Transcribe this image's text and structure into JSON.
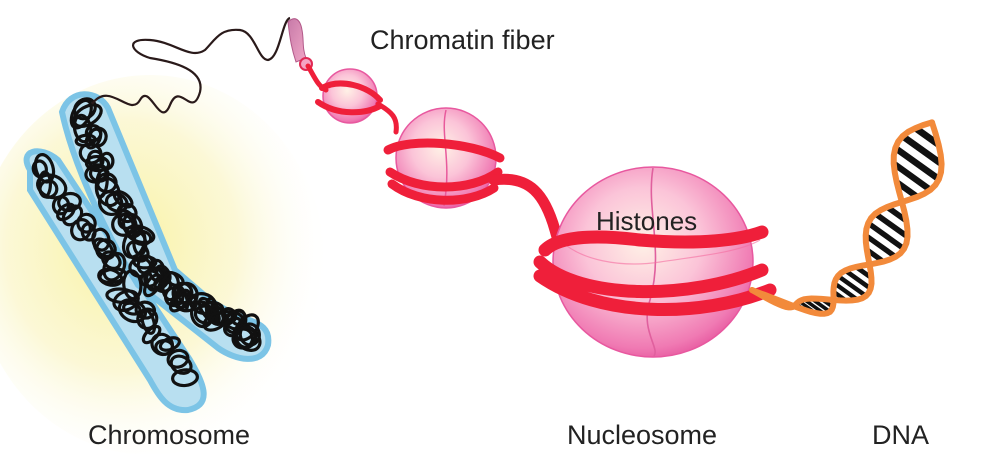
{
  "labels": {
    "chromatin_fiber": "Chromatin fiber",
    "histones": "Histones",
    "chromosome": "Chromosome",
    "nucleosome": "Nucleosome",
    "dna": "DNA"
  },
  "colors": {
    "chromosome_glow": "#f6ef9a",
    "chromosome_outline": "#7cc4e6",
    "chromatin_loops": "#111111",
    "fiber_thread": "#2a1a1a",
    "histone_fill": "#f47fb6",
    "histone_light": "#fde3ea",
    "dna_wrap": "#ef1f3a",
    "dna_backbone": "#f28a3b",
    "dna_rungs": "#111111",
    "label_text": "#222222"
  }
}
